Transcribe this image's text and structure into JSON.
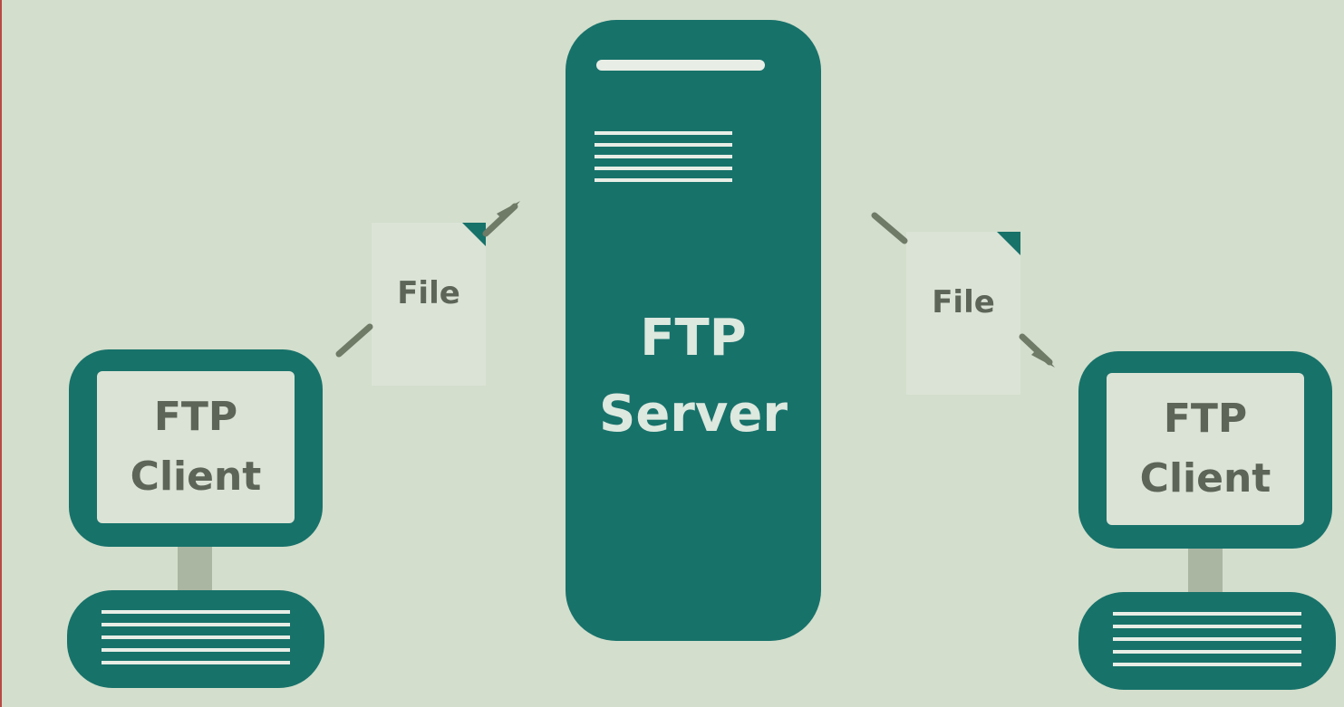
{
  "colors": {
    "background": "#d3decc",
    "teal": "#17726a",
    "panel": "#dbe3d6",
    "panel_text": "#5c6558",
    "server_text": "#dde8df",
    "arrow": "#6f7a67",
    "neck": "#aab5a2",
    "line": "#e8eee6"
  },
  "server": {
    "label": "FTP\nServer"
  },
  "left_client": {
    "label": "FTP\nClient"
  },
  "right_client": {
    "label": "FTP\nClient"
  },
  "left_file": {
    "label": "File"
  },
  "right_file": {
    "label": "File"
  },
  "icons": {
    "server": "server-icon",
    "computer": "computer-icon",
    "document": "document-icon",
    "arrow": "arrow-icon"
  }
}
